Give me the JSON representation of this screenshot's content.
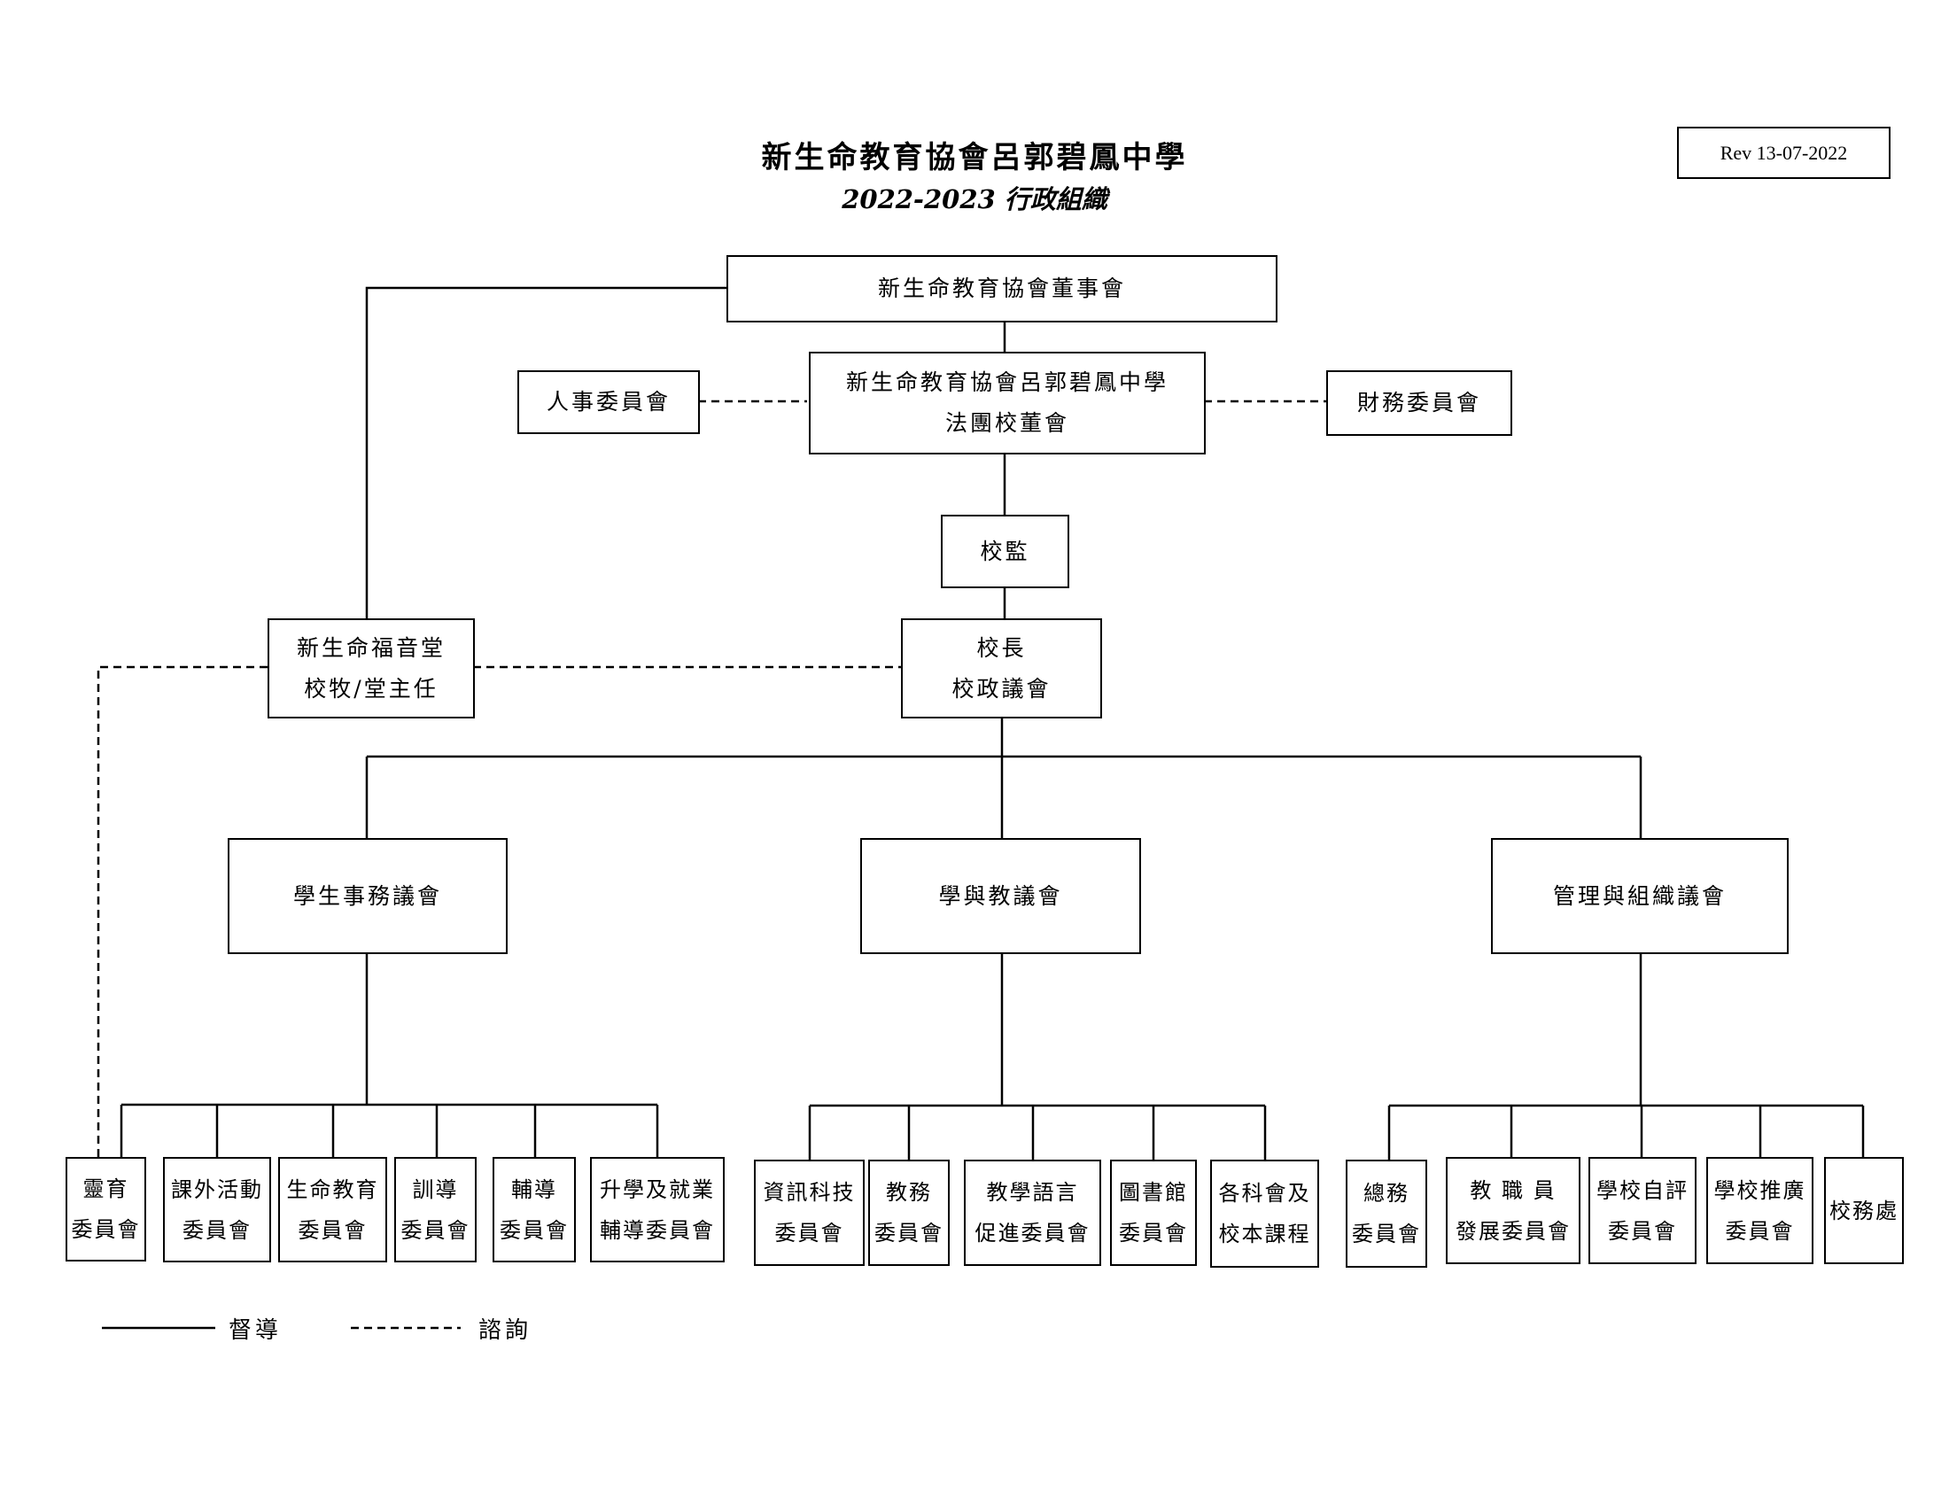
{
  "header": {
    "title": "新生命教育協會呂郭碧鳳中學",
    "subtitle": "2022-2023 行政組織",
    "revision": "Rev 13-07-2022"
  },
  "nodes": {
    "board": {
      "line1": "新生命教育協會董事會"
    },
    "personnel": {
      "line1": "人事委員會"
    },
    "imc": {
      "line1": "新生命教育協會呂郭碧鳳中學",
      "line2": "法團校董會"
    },
    "finance": {
      "line1": "財務委員會"
    },
    "supervisor": {
      "line1": "校監"
    },
    "church": {
      "line1": "新生命福音堂",
      "line2": "校牧/堂主任"
    },
    "principal": {
      "line1": "校長",
      "line2": "校政議會"
    },
    "student_affairs": {
      "line1": "學生事務議會"
    },
    "learning_teaching": {
      "line1": "學與教議會"
    },
    "management": {
      "line1": "管理與組織議會"
    },
    "c1": {
      "line1": "靈育",
      "line2": "委員會"
    },
    "c2": {
      "line1": "課外活動",
      "line2": "委員會"
    },
    "c3": {
      "line1": "生命教育",
      "line2": "委員會"
    },
    "c4": {
      "line1": "訓導",
      "line2": "委員會"
    },
    "c5": {
      "line1": "輔導",
      "line2": "委員會"
    },
    "c6": {
      "line1": "升學及就業",
      "line2": "輔導委員會"
    },
    "c7": {
      "line1": "資訊科技",
      "line2": "委員會"
    },
    "c8": {
      "line1": "教務",
      "line2": "委員會"
    },
    "c9": {
      "line1": "教學語言",
      "line2": "促進委員會"
    },
    "c10": {
      "line1": "圖書館",
      "line2": "委員會"
    },
    "c11": {
      "line1": "各科會及",
      "line2": "校本課程"
    },
    "c12": {
      "line1": "總務",
      "line2": "委員會"
    },
    "c13": {
      "line1": "教 職 員",
      "line2": "發展委員會"
    },
    "c14": {
      "line1": "學校自評",
      "line2": "委員會"
    },
    "c15": {
      "line1": "學校推廣",
      "line2": "委員會"
    },
    "c16": {
      "line1": "校務處"
    }
  },
  "legend": {
    "solid_label": "督導",
    "dashed_label": "諮詢"
  }
}
